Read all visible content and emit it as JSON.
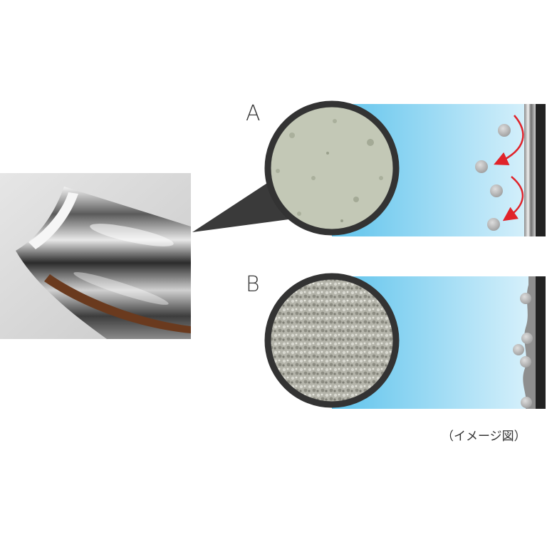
{
  "panels": {
    "a": {
      "label": "A"
    },
    "b": {
      "label": "B"
    }
  },
  "caption": "（イメージ図）",
  "colors": {
    "water_dark": "#5ec3ec",
    "water_light": "#d6f0fb",
    "wall": "#222222",
    "arrow": "#e0232a",
    "bubble": "#b9b9b9",
    "smooth_surface": "#c3c8b6",
    "rough_surface": "#b4b4aa"
  },
  "icons": {
    "flow_arrow": "curved-arrow-icon",
    "bubble": "bubble-icon"
  }
}
